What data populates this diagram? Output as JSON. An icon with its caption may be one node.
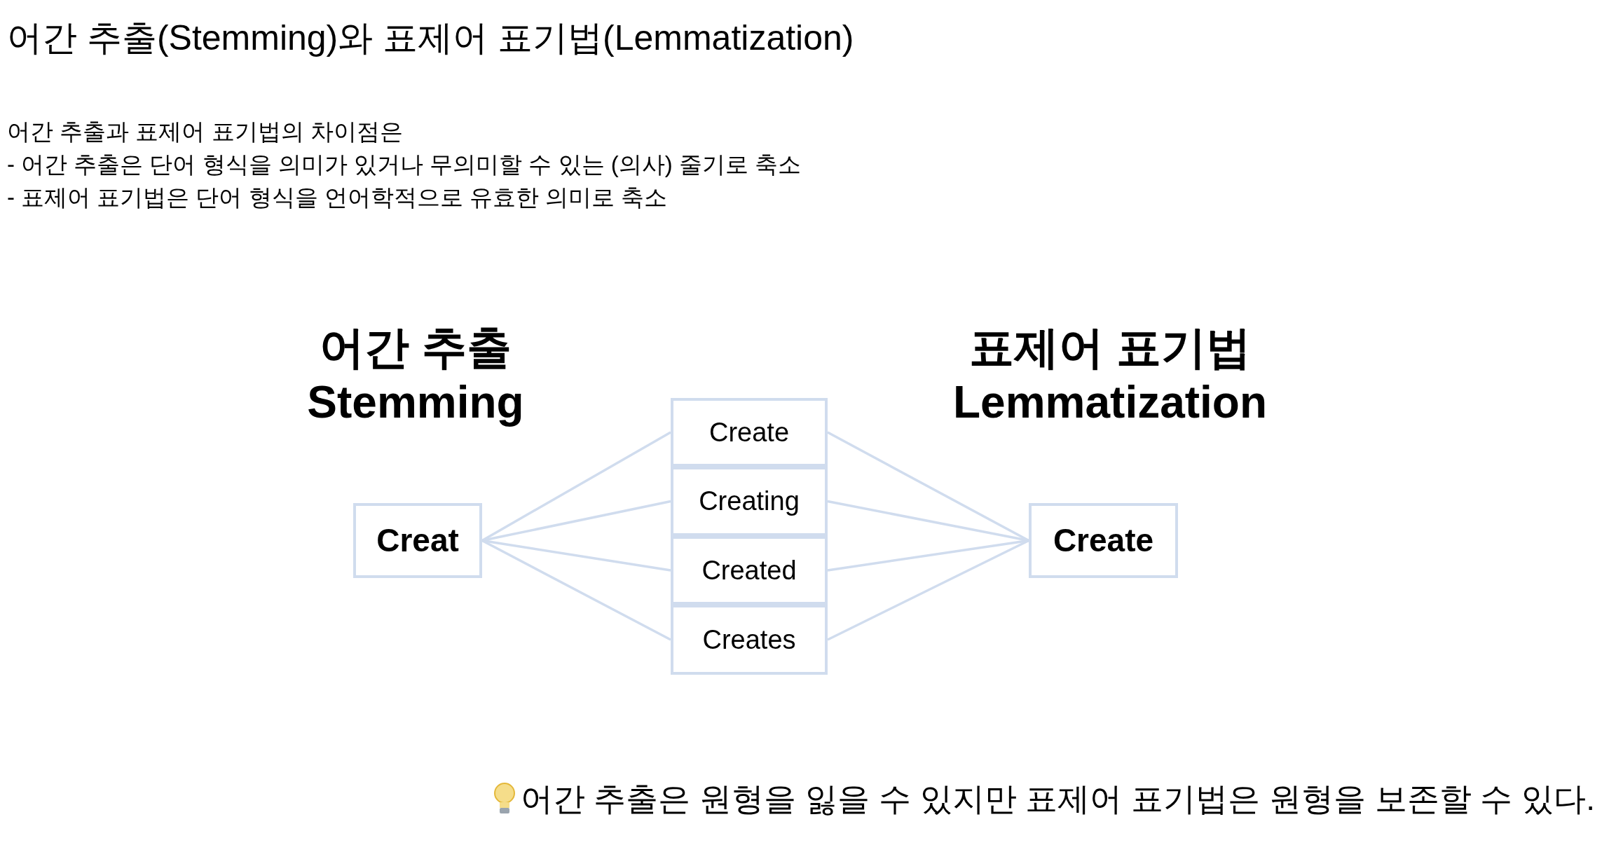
{
  "diagram": {
    "title": "어간 추출(Stemming)와 표제어 표기법(Lemmatization)",
    "nodes": [
      {
        "text": [
          "Creat"
        ]
      },
      {
        "text": [
          "Create"
        ]
      },
      {
        "text": [
          "Creating"
        ]
      },
      {
        "text": [
          "Created"
        ]
      },
      {
        "text": [
          "Creates"
        ]
      },
      {
        "text": [
          "Create"
        ]
      }
    ],
    "edges": [
      {
        "from": 0,
        "to": 1,
        "arrow": "none"
      },
      {
        "from": 0,
        "to": 2,
        "arrow": "none"
      },
      {
        "from": 0,
        "to": 3,
        "arrow": "none"
      },
      {
        "from": 0,
        "to": 4,
        "arrow": "none"
      },
      {
        "from": 1,
        "to": 5,
        "arrow": "none"
      },
      {
        "from": 2,
        "to": 5,
        "arrow": "none"
      },
      {
        "from": 3,
        "to": 5,
        "arrow": "none"
      },
      {
        "from": 4,
        "to": 5,
        "arrow": "none"
      }
    ],
    "labels": [
      "어간 추출과 표제어 표기법의 차이점은",
      "- 어간 추출은 단어 형식을 의미가 있거나 무의미할 수 있는 (의사) 줄기로 축소",
      "- 표제어 표기법은 단어 형식을 언어학적으로 유효한 의미로 축소",
      "어간 추출",
      "Stemming",
      "표제어 표기법",
      "Lemmatization",
      "어간 추출은 원형을 잃을 수 있지만 표제어 표기법은 원형을 보존할 수 있다."
    ]
  }
}
